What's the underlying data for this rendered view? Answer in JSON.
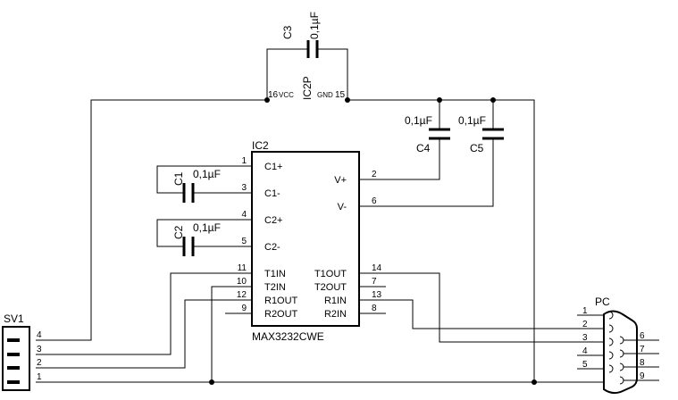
{
  "ic": {
    "name": "IC2",
    "part": "MAX3232CWE",
    "power_label": "IC2P",
    "vcc_label": "VCC",
    "vcc_pin": "16",
    "gnd_label": "GND",
    "gnd_pin": "15",
    "left_pins": [
      {
        "num": "1",
        "label": "C1+"
      },
      {
        "num": "3",
        "label": "C1-"
      },
      {
        "num": "4",
        "label": "C2+"
      },
      {
        "num": "5",
        "label": "C2-"
      },
      {
        "num": "11",
        "label": "T1IN"
      },
      {
        "num": "10",
        "label": "T2IN"
      },
      {
        "num": "12",
        "label": "R1OUT"
      },
      {
        "num": "9",
        "label": "R2OUT"
      }
    ],
    "right_pins": [
      {
        "num": "2",
        "label": "V+"
      },
      {
        "num": "6",
        "label": "V-"
      },
      {
        "num": "14",
        "label": "T1OUT"
      },
      {
        "num": "7",
        "label": "T2OUT"
      },
      {
        "num": "13",
        "label": "R1IN"
      },
      {
        "num": "8",
        "label": "R2IN"
      }
    ]
  },
  "capacitors": [
    {
      "name": "C1",
      "value": "0,1µF"
    },
    {
      "name": "C2",
      "value": "0,1µF"
    },
    {
      "name": "C3",
      "value": "0,1µF"
    },
    {
      "name": "C4",
      "value": "0,1µF"
    },
    {
      "name": "C5",
      "value": "0,1µF"
    }
  ],
  "header": {
    "name": "SV1",
    "pins": [
      "4",
      "3",
      "2",
      "1"
    ]
  },
  "connector": {
    "name": "PC",
    "left_pins": [
      "1",
      "2",
      "3",
      "4",
      "5"
    ],
    "right_pins": [
      "6",
      "7",
      "8",
      "9"
    ]
  }
}
